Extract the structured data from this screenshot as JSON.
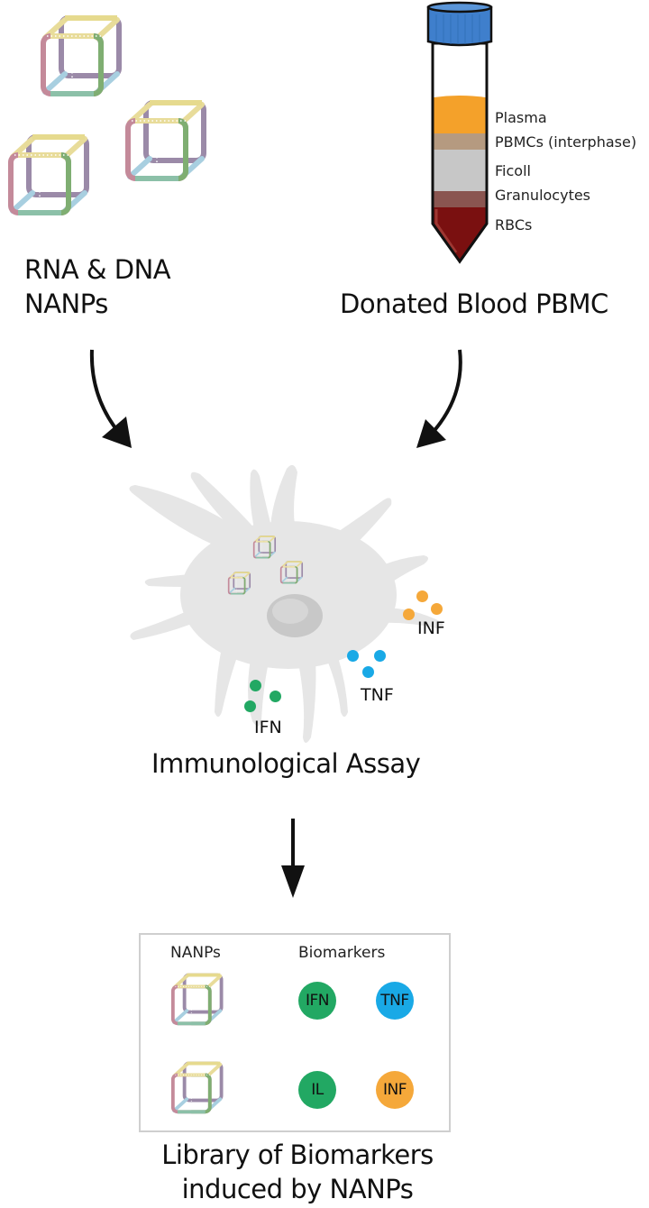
{
  "inputs": {
    "nanps": {
      "line1": "RNA & DNA",
      "line2": "NANPs",
      "icon": "dna-rna-cube-icon"
    },
    "blood": {
      "title": "Donated Blood PBMC",
      "icon": "centrifuge-tube-icon",
      "layers": [
        {
          "label": "Plasma",
          "color": "#f4a12a"
        },
        {
          "label": "PBMCs (interphase)",
          "color": "#b59a80"
        },
        {
          "label": "Ficoll",
          "color": "#c7c7c7"
        },
        {
          "label": "Granulocytes",
          "color": "#8a5550"
        },
        {
          "label": "RBCs",
          "color": "#7a1010"
        }
      ],
      "cap_color": "#3f7fcc"
    }
  },
  "assay": {
    "title": "Immunological Assay",
    "secreted": [
      {
        "label": "INF",
        "color": "#f5a83a"
      },
      {
        "label": "TNF",
        "color": "#19a9e6"
      },
      {
        "label": "IFN",
        "color": "#22a863"
      }
    ]
  },
  "library": {
    "col_nanps": "NANPs",
    "col_biomarkers": "Biomarkers",
    "rows": [
      {
        "markers": [
          {
            "label": "IFN",
            "color": "#22a863"
          },
          {
            "label": "TNF",
            "color": "#19a9e6"
          }
        ]
      },
      {
        "markers": [
          {
            "label": "IL",
            "color": "#22a863"
          },
          {
            "label": "INF",
            "color": "#f5a83a"
          }
        ]
      }
    ],
    "caption_line1": "Library of Biomarkers",
    "caption_line2": "induced by NANPs"
  }
}
